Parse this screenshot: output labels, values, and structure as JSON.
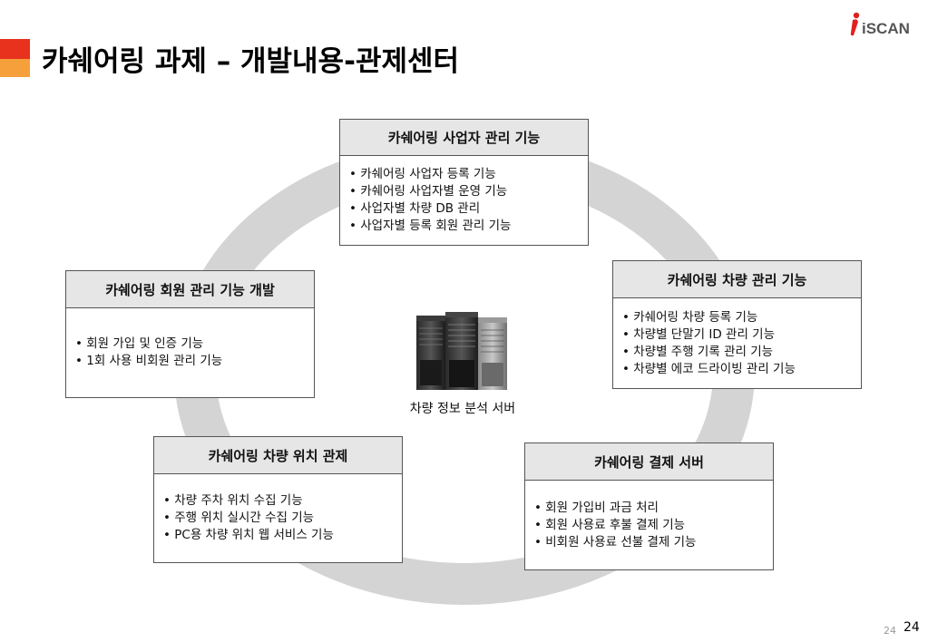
{
  "title": "카쉐어링 과제 – 개발내용-관제센터",
  "logo_text": "iSCAN",
  "colors": {
    "accent_red": "#e8321e",
    "accent_orange": "#f6a03c",
    "ring": "#d4d4d4",
    "header_bg": "#e6e6e6",
    "logo_red": "#e02020"
  },
  "server_label": "차량 정보 분석 서버",
  "boxes": {
    "operator": {
      "title": "카쉐어링 사업자 관리 기능",
      "items": [
        "• 카쉐어링 사업자 등록 기능",
        "• 카쉐어링 사업자별 운영 기능",
        "• 사업자별 차량 DB 관리",
        "• 사업자별 등록 회원 관리 기능"
      ]
    },
    "member": {
      "title": "카쉐어링 회원 관리 기능 개발",
      "items": [
        "• 회원 가입 및 인증 기능",
        "• 1회 사용 비회원 관리 기능"
      ]
    },
    "vehicle": {
      "title": "카쉐어링 차량 관리 기능",
      "items": [
        "• 카쉐어링 차량 등록 기능",
        "• 차량별 단말기 ID 관리 기능",
        "• 차량별 주행 기록 관리 기능",
        "• 차량별 에코 드라이빙 관리 기능"
      ]
    },
    "location": {
      "title": "카쉐어링 차량 위치 관제",
      "items": [
        "• 차량 주차 위치 수집 기능",
        "• 주행 위치 실시간 수집 기능",
        "• PC용 차량 위치 웹 서비스 기능"
      ]
    },
    "payment": {
      "title": "카쉐어링 결제 서버",
      "items": [
        "• 회원 가입비 과금 처리",
        "• 회원 사용료 후불 결제 기능",
        "• 비회원 사용료 선불 결제 기능"
      ]
    }
  },
  "page_number_small": "24",
  "page_number": "24"
}
